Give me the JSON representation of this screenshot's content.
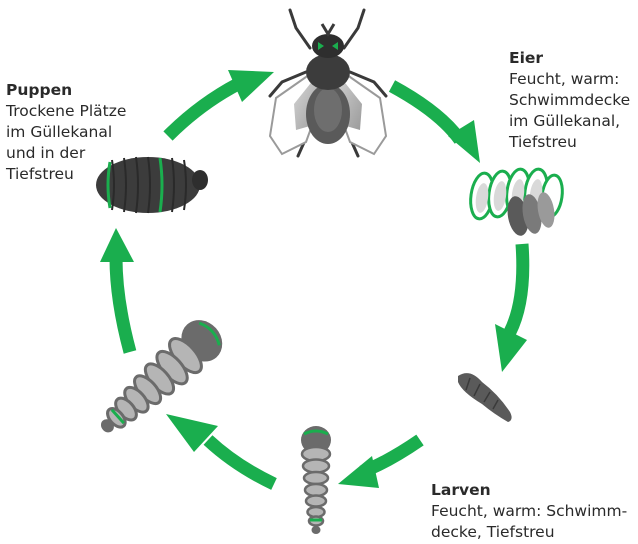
{
  "colors": {
    "arrow": "#1aae4e",
    "body_dark": "#3f3f3f",
    "body_mid": "#8a8a8a",
    "body_light": "#b8b8b8",
    "text": "#2a2a2a"
  },
  "stages": {
    "eggs": {
      "title": "Eier",
      "lines": [
        "Feucht, warm:",
        "Schwimmdecke",
        "im Güllekanal,",
        "Tiefstreu"
      ]
    },
    "larvae": {
      "title": "Larven",
      "lines": [
        "Feucht, warm: Schwimm-",
        "decke, Tiefstreu"
      ]
    },
    "pupae": {
      "title": "Puppen",
      "lines": [
        "Trockene Plätze",
        "im Güllekanal",
        "und in der",
        "Tiefstreu"
      ]
    }
  },
  "icons": [
    "fly-icon",
    "eggs-icon",
    "small-larva-icon",
    "medium-larva-icon",
    "large-larva-icon",
    "pupa-icon"
  ]
}
